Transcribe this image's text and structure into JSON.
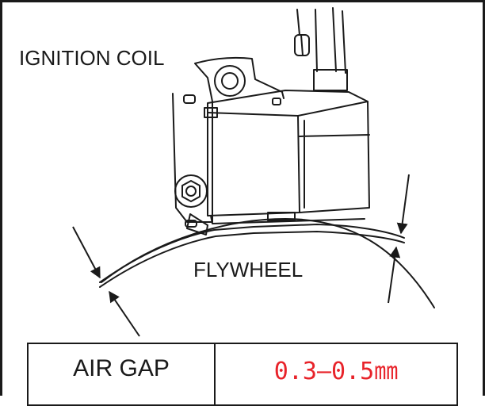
{
  "labels": {
    "ignition_coil": "IGNITION COIL",
    "flywheel": "FLYWHEEL"
  },
  "spec": {
    "name": "AIR GAP",
    "value": "0.3—0.5㎜",
    "value_color": "#e8232a"
  },
  "colors": {
    "line": "#1a1a1a",
    "background": "#ffffff"
  }
}
